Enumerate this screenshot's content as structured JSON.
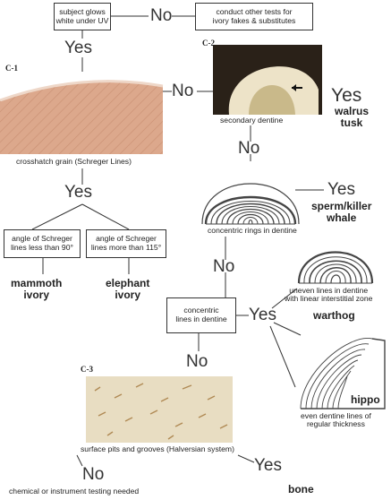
{
  "nodes": {
    "uv_test": "subject glows\nwhite under UV",
    "other_tests": "conduct other tests for\nivory fakes & substitutes",
    "crosshatch": "crosshatch grain (Schreger Lines)",
    "angle_less": "angle of Schreger\nlines less than 90°",
    "angle_more": "angle of Schreger\nlines more than 115°",
    "secondary_dentine": "secondary dentine",
    "concentric_rings": "concentric rings in dentine",
    "concentric_lines": "concentric\nlines in dentine",
    "uneven_lines": "uneven lines  in dentine\nwith linear interstitial zone",
    "even_lines": "even  dentine lines of\nregular thickness",
    "surface_pits": "surface pits and grooves (Halversian system)",
    "chemical": "chemical or instrument testing needed"
  },
  "answers": {
    "no_1": "No",
    "yes_1": "Yes",
    "no_2": "No",
    "yes_walrus": "Yes",
    "no_3": "No",
    "yes_2": "Yes",
    "yes_whale": "Yes",
    "no_4": "No",
    "yes_3": "Yes",
    "no_5": "No",
    "yes_bone": "Yes",
    "no_6": "No"
  },
  "results": {
    "walrus": "walrus\ntusk",
    "whale": "sperm/killer\nwhale",
    "mammoth": "mammoth\nivory",
    "elephant": "elephant\nivory",
    "warthog": "warthog",
    "hippo": "hippo",
    "bone": "bone"
  },
  "figures": {
    "c1": "C-1",
    "c2": "C-2",
    "c3": "C-3"
  },
  "colors": {
    "line": "#333333",
    "c1_fill": "#d9a58a",
    "c2_dark": "#2a2118",
    "c2_dentine": "#c9b98a",
    "c3_fill": "#e8ddc2"
  }
}
